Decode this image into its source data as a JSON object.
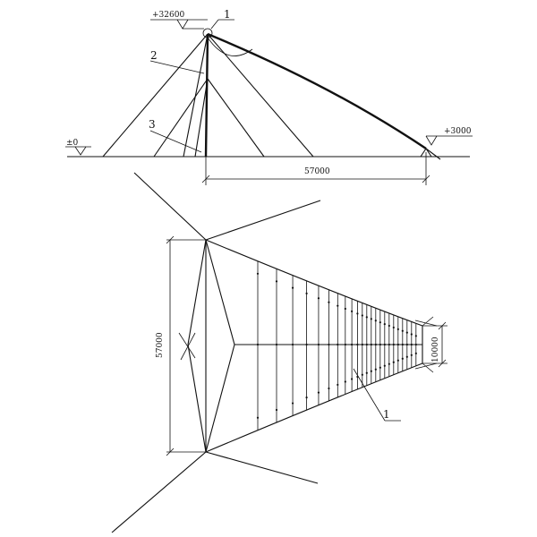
{
  "elevation": {
    "mast_top_level": "+32600",
    "ground_level": "±0",
    "anchor_level": "+3000",
    "span_dimension": "57000",
    "callouts": [
      "1",
      "2",
      "3"
    ]
  },
  "plan": {
    "length_dimension": "57000",
    "width_dimension": "10000",
    "callout": "1"
  }
}
